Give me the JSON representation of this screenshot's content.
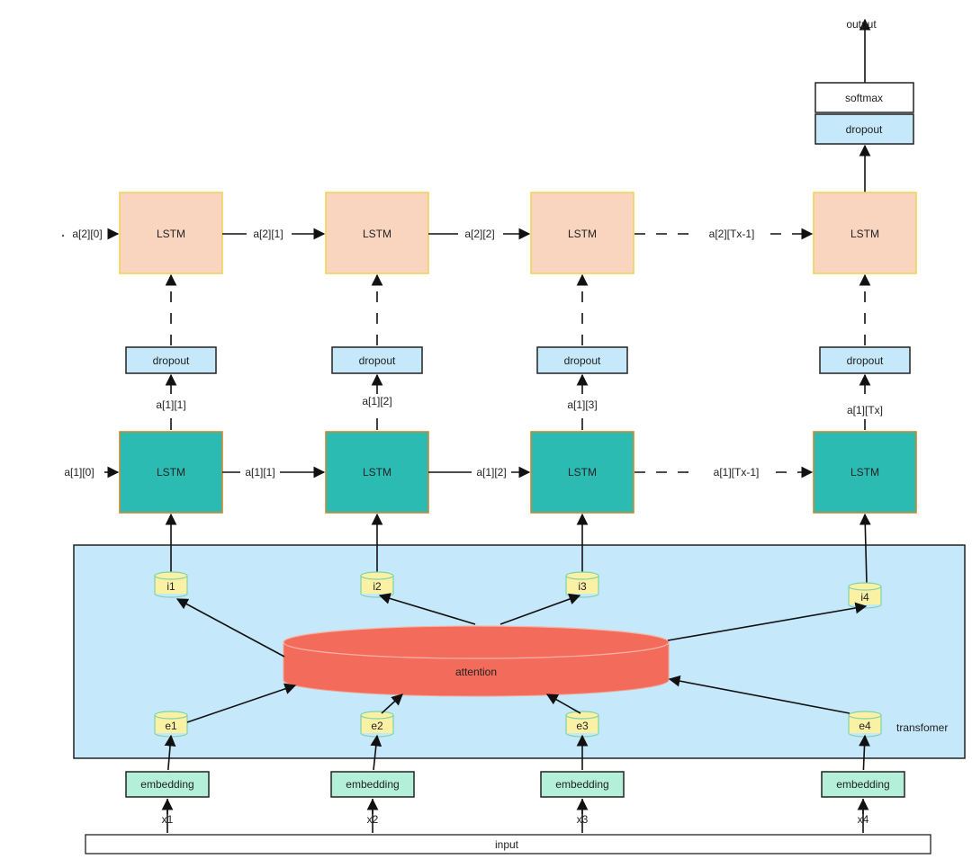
{
  "output_label": "output",
  "softmax_label": "softmax",
  "top_dropout_label": "dropout",
  "lstm_label": "LSTM",
  "dropout_label": "dropout",
  "embedding_label": "embedding",
  "attention_label": "attention",
  "transformer_label": "transfomer",
  "input_label": "input",
  "layer2_init_label": "a[2][0]",
  "layer2_links": [
    "a[2][1]",
    "a[2][2]",
    "a[2][Tx-1]"
  ],
  "layer1_init_label": "a[1][0]",
  "layer1_links": [
    "a[1][1]",
    "a[1][2]",
    "a[1][Tx-1]"
  ],
  "layer1_outputs": [
    "a[1][1]",
    "a[1][2]",
    "a[1][3]",
    "a[1][Tx]"
  ],
  "i_nodes": [
    "i1",
    "i2",
    "i3",
    "i4"
  ],
  "e_nodes": [
    "e1",
    "e2",
    "e3",
    "e4"
  ],
  "x_inputs": [
    "x1",
    "x2",
    "x3",
    "x4"
  ],
  "colors": {
    "lstm_top": "#f9d5c0",
    "lstm_top_border": "#f2d35a",
    "lstm_bottom": "#2bbbb3",
    "lstm_bottom_border": "#c98a33",
    "dropout": "#c5e8fa",
    "embedding": "#b4efd9",
    "transformer_bg": "#c5e8fa",
    "attention": "#f26b5b",
    "cylinder": "#fbf1a5",
    "cylinder_border": "#7fd3a8"
  }
}
